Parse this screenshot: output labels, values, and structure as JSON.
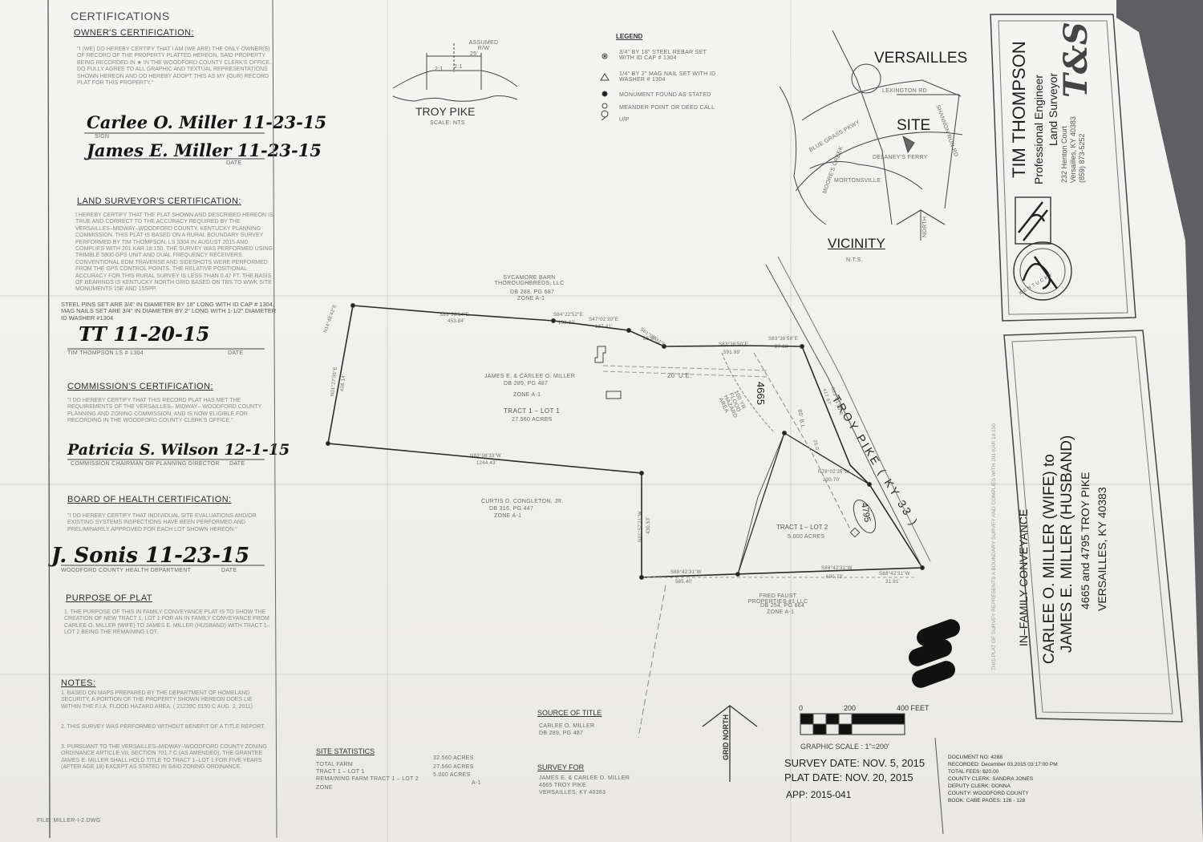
{
  "certifications": {
    "title": "CERTIFICATIONS",
    "owner": {
      "heading": "OWNER'S CERTIFICATION:",
      "body": "\"I (WE) DO HEREBY CERTIFY THAT I AM (WE ARE) THE ONLY OWNER(S) OF RECORD OF THE PROPERTY PLATTED HEREON, SAID PROPERTY BEING RECORDED IN ★ IN THE WOODFORD COUNTY CLERK'S OFFICE. DO FULLY AGREE TO ALL GRAPHIC AND TEXTUAL REPRESENTATIONS SHOWN HEREON AND DO HEREBY ADOPT THIS AS MY (OUR) RECORD PLAT FOR THIS PROPERTY.\"",
      "signature_1": "Carlee O. Miller 11-23-15",
      "signature_2": "James E. Miller 11-23-15",
      "caption_sign": "SIGN",
      "caption_date": "DATE"
    },
    "surveyor": {
      "heading": "LAND SURVEYOR'S CERTIFICATION:",
      "body": "I HEREBY CERTIFY THAT THE PLAT SHOWN AND DESCRIBED HEREON IS TRUE AND CORRECT TO THE ACCURACY REQUIRED BY THE VERSAILLES–MIDWAY–WOODFORD COUNTY, KENTUCKY PLANNING COMMISSION. THIS PLAT IS BASED ON A RURAL BOUNDARY SURVEY PERFORMED BY TIM THOMPSON, LS 3304 IN AUGUST 2015 AND COMPLIES WITH 201 KAR 18:150. THE SURVEY WAS PERFORMED USING TRIMBLE 5800 GPS UNIT AND DUAL FREQUENCY RECEIVERS. CONVENTIONAL EDM TRAVERSE AND SIDESHOTS WERE PERFORMED FROM THE GPS CONTROL POINTS. THE RELATIVE POSITIONAL ACCURACY FOR THIS RURAL SURVEY IS LESS THAN 0.47 FT. THE BASIS OF BEARINGS IS KENTUCKY NORTH GRID BASED ON TBS TO WWK SITE MONUMENTS 15E AND 15SPP.",
      "pins_note": "STEEL PINS SET ARE 3/4\" IN DIAMETER BY 18\" LONG WITH ID CAP # 1304, MAG NAILS SET ARE 3/4\" IN DIAMETER BY 2\" LONG WITH 1-1/2\" DIAMETER ID WASHER #1304",
      "signature": "TT  11-20-15",
      "caption": "TIM THOMPSON  LS # 1304",
      "caption_date": "DATE"
    },
    "commission": {
      "heading": "COMMISSION'S CERTIFICATION:",
      "body": "\"I DO HEREBY CERTIFY THAT THIS RECORD PLAT HAS MET THE REQUIREMENTS OF THE VERSAILLES– MIDWAY– WOODFORD COUNTY PLANNING AND ZONING COMMISSION, AND IS NOW ELIGIBLE FOR RECORDING IN THE WOODFORD COUNTY CLERK'S OFFICE.\"",
      "signature": "Patricia S. Wilson 12-1-15",
      "caption": "COMMISSION CHAIRMAN OR PLANNING DIRECTOR",
      "caption_date": "DATE"
    },
    "health": {
      "heading": "BOARD OF HEALTH CERTIFICATION:",
      "body": "\"I DO HEREBY CERTIFY THAT INDIVIDUAL SITE EVALUATIONS AND/OR EXISTING SYSTEMS INSPECTIONS HAVE BEEN PERFORMED AND PRELIMINARILY APPROVED FOR EACH LOT SHOWN HEREON.\"",
      "signature": "J. Sonis 11-23-15",
      "caption": "WOODFORD COUNTY HEALTH DEPARTMENT",
      "caption_date": "DATE"
    },
    "purpose": {
      "heading": "PURPOSE OF PLAT",
      "body": "1. THE PURPOSE OF THIS IN FAMILY CONVEYANCE PLAT IS TO SHOW THE CREATION OF NEW TRACT 1, LOT 1 FOR AN IN FAMILY CONVEYANCE FROM CARLEE O. MILLER (WIFE) TO JAMES E. MILLER (HUSBAND) WITH TRACT 1–LOT 2 BEING THE REMAINING LOT."
    },
    "notes": {
      "heading": "NOTES:",
      "items": [
        "1. BASED ON MAPS PREPARED BY THE DEPARTMENT OF HOMELAND SECURITY, A PORTION OF THE PROPERTY SHOWN HEREON DOES LIE WITHIN THE F.I.A. FLOOD HAZARD AREA. ( 21239C 0150 C AUG. 2, 2011)",
        "2. THIS SURVEY WAS PERFORMED WITHOUT BENEFIT OF A TITLE REPORT.",
        "3. PURSUANT TO THE VERSAILLES–MIDWAY–WOODFORD COUNTY ZONING ORDINANCE ARTICLE VII, SECTION 701.7 C (AS AMENDED), THE GRANTEE JAMES E. MILLER SHALL HOLD TITLE TO TRACT 1–LOT 1 FOR FIVE YEARS (AFTER AGE 18) EXCEPT AS STATED IN SAID ZONING ORDINANCE."
      ]
    },
    "file": "FILE: MILLER-I-2.DWG"
  },
  "road_section": {
    "label": "TROY PIKE",
    "scale": "SCALE: NTS",
    "assumed": "ASSUMED R/W",
    "dims": [
      "25'",
      "2:1",
      "2:1"
    ]
  },
  "legend": {
    "heading": "LEGEND",
    "items": [
      {
        "symbol": "dot-ring",
        "text": "3/4\" BY 18\" STEEL REBAR SET WITH ID CAP # 1304"
      },
      {
        "symbol": "triangle",
        "text": "1/4\" BY 2\" MAG NAIL SET WITH ID WASHER # 1304"
      },
      {
        "symbol": "dot",
        "text": "MONUMENT FOUND AS STATED"
      },
      {
        "symbol": "circle",
        "text": "MEANDER POINT OR DEED CALL"
      },
      {
        "symbol": "utility-pole",
        "text": "U/P"
      }
    ]
  },
  "vicinity": {
    "town": "VERSAILLES",
    "site": "SITE",
    "title": "VICINITY",
    "nts": "N.T.S.",
    "roads": [
      "LEXINGTON RD",
      "BLUE GRASS PKWY",
      "MORTONSVILLE",
      "SHANNON RUN RD",
      "MOORE'S CREEK",
      "DELANEY'S FERRY"
    ],
    "north": "NORTH"
  },
  "plat": {
    "neighbors": [
      {
        "name": "SYCAMORE BARN THOROUGHBREDS, LLC",
        "deed": "DB 288, PG 687",
        "zone": "ZONE A-1"
      },
      {
        "name": "CURTIS D. CONGLETON, JR.",
        "deed": "DB 316, PG 447",
        "zone": "ZONE A-1"
      },
      {
        "name": "FRED FAUST PROPERTIES #1 LLC",
        "deed": "DB 254, PG 664",
        "zone": "ZONE A-1"
      }
    ],
    "lot1": {
      "owner": "JAMES E. & CARLEE O. MILLER",
      "deed": "DB 289, PG 487",
      "zone": "ZONE A-1",
      "name": "TRACT 1 – LOT 1",
      "acres": "27.560 ACRES"
    },
    "lot2": {
      "name": "TRACT 1 – LOT 2",
      "acres": "5.000 ACRES"
    },
    "road": "TROY PIKE ( KY 33 )",
    "address_1": "4665",
    "address_2": "4795",
    "easement": "20' U.E.",
    "flood": "100 YR FLOOD HAZARD AREA",
    "setback": "80' B.L.",
    "bearings": [
      "S83°38'54\"E",
      "S84°22'52\"E",
      "S47°02'30\"E",
      "S61°05'32\"E",
      "S83°38'50\"E",
      "S83°38'58\"E",
      "S23°01'00\"E",
      "N78°02'35\"W",
      "S88°42'31\"W",
      "S88°42'31\"W",
      "S88°42'31\"W",
      "N83°08'33\"W",
      "N01°27'35\"E",
      "N01°57'21\"W",
      "N14°48'42\"E"
    ],
    "distances": [
      "453.84'",
      "138.82'",
      "127.41'",
      "85.86'",
      "591.99'",
      "27.38'",
      "417.87'",
      "230.70'",
      "585.40'",
      "690.73'",
      "31.91'",
      "1244.43'",
      "438.14'",
      "430.53'",
      "25.0'"
    ]
  },
  "source_title": {
    "heading": "SOURCE OF TITLE",
    "lines": [
      "CARLEE O. MILLER",
      "DB 289, PG 487"
    ]
  },
  "survey_for": {
    "heading": "SURVEY FOR",
    "lines": [
      "JAMES E. & CARLEE O. MILLER",
      "4665 TROY PIKE",
      "VERSAILLES, KY 40383"
    ]
  },
  "site_statistics": {
    "heading": "SITE STATISTICS",
    "rows": [
      {
        "label": "TOTAL FARM",
        "value": "32.560 ACRES"
      },
      {
        "label": "TRACT 1 – LOT 1",
        "value": "27.560 ACRES"
      },
      {
        "label": "REMAINING FARM TRACT 1 – LOT 2",
        "value": "5.000 ACRES"
      },
      {
        "label": "ZONE",
        "value": "A-1"
      }
    ]
  },
  "north": "GRID NORTH",
  "graphic_scale": {
    "labels": [
      "0",
      "200",
      "400 FEET"
    ],
    "caption": "GRAPHIC SCALE : 1\"=200'"
  },
  "dates": {
    "survey": "SURVEY DATE: NOV. 5, 2015",
    "plat": "PLAT DATE: NOV. 20, 2015",
    "app": "APP: 2015-041"
  },
  "recording": {
    "lines": [
      "DOCUMENT NO: 4288",
      "RECORDED: December 03,2015 03:17:00 PM",
      "TOTAL FEES:          $20.00",
      "COUNTY CLERK: SANDRA JONES",
      "DEPUTY CLERK: DONNA",
      "COUNTY: WOODFORD COUNTY",
      "BOOK: CABE     PAGES: 126 - 128"
    ]
  },
  "title_block": {
    "firm": "TIM THOMPSON",
    "role_1": "Professional Engineer",
    "role_2": "Land Surveyor",
    "address": "232 Henton Court",
    "city": "Versailles, KY 40383",
    "phone": "(859) 873-5252",
    "logo": "T&S"
  },
  "conveyance": {
    "heading": "IN–FAMILY CONVEYANCE",
    "line_1": "CARLEE O. MILLER (WIFE) to",
    "line_2": "JAMES E. MILLER (HUSBAND)",
    "line_3": "4665 and 4795 TROY PIKE",
    "line_4": "VERSAILLES, KY 40383"
  },
  "compliance": "THIS PLAT OF SURVEY REPRESENTS A BOUNDARY SURVEY AND COMPLIES WITH 201 KAR 18:150",
  "seal_text": "KENTUCKY",
  "colors": {
    "paper": "#f1f1ee",
    "ink": "#2d2d2d",
    "signature": "#151515",
    "background": "#5f5f63"
  }
}
